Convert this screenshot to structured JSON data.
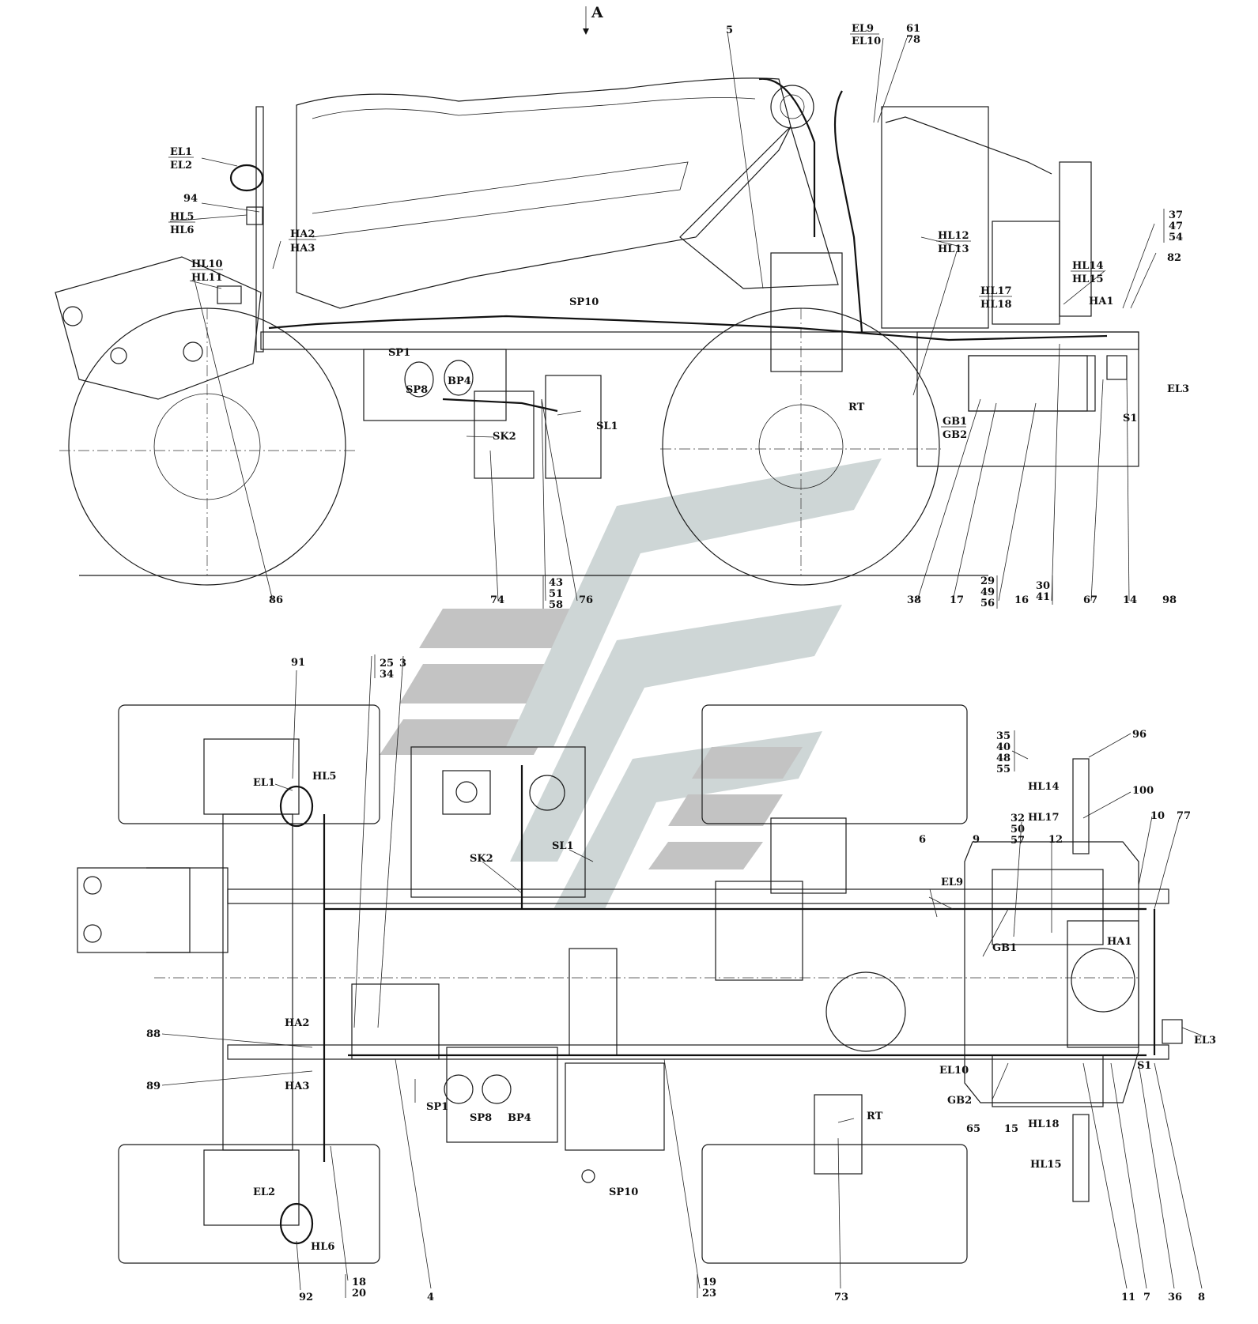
{
  "view_marker": "A",
  "side_view": {
    "labels": {
      "el1": "EL1",
      "el2": "EL2",
      "n94": "94",
      "hl5": "HL5",
      "hl6": "HL6",
      "ha2": "HA2",
      "ha3": "HA3",
      "hl10": "HL10",
      "hl11": "HL11",
      "sp1": "SP1",
      "sp8": "SP8",
      "bp4": "BP4",
      "sp10": "SP10",
      "sk2": "SK2",
      "sl1": "SL1",
      "n5": "5",
      "el9": "EL9",
      "el10": "EL10",
      "n61": "61",
      "n78": "78",
      "hl12": "HL12",
      "hl13": "HL13",
      "hl14": "HL14",
      "hl15": "HL15",
      "hl17": "HL17",
      "hl18": "HL18",
      "ha1": "HA1",
      "n37": "37",
      "n47": "47",
      "n54": "54",
      "n82": "82",
      "el3": "EL3",
      "s1": "S1",
      "rt": "RT",
      "gb1": "GB1",
      "gb2": "GB2"
    },
    "bottom_callouts": {
      "n86": "86",
      "n74": "74",
      "n43": "43",
      "n51": "51",
      "n58": "58",
      "n76": "76",
      "n38": "38",
      "n17": "17",
      "n29": "29",
      "n49": "49",
      "n56": "56",
      "n16": "16",
      "n30": "30",
      "n41": "41",
      "n67": "67",
      "n14": "14",
      "n98": "98"
    }
  },
  "top_view": {
    "labels": {
      "n91": "91",
      "n25": "25",
      "n34": "34",
      "n3": "3",
      "el1": "EL1",
      "hl5": "HL5",
      "sk2": "SK2",
      "sl1": "SL1",
      "n35": "35",
      "n40": "40",
      "n48": "48",
      "n55": "55",
      "n96": "96",
      "hl14": "HL14",
      "n100": "100",
      "hl17": "HL17",
      "n32": "32",
      "n50": "50",
      "n57": "57",
      "n6": "6",
      "n9": "9",
      "n12": "12",
      "n10": "10",
      "n77": "77",
      "el9": "EL9",
      "gb1": "GB1",
      "ha1": "HA1",
      "el3": "EL3",
      "n88": "88",
      "ha2": "HA2",
      "n89": "89",
      "ha3": "HA3",
      "sp1": "SP1",
      "sp8": "SP8",
      "bp4": "BP4",
      "el10": "EL10",
      "s1": "S1",
      "gb2": "GB2",
      "rt": "RT",
      "n65": "65",
      "n15": "15",
      "hl18": "HL18",
      "hl15": "HL15",
      "sp10": "SP10",
      "el2": "EL2",
      "hl6": "HL6"
    },
    "bottom_callouts": {
      "n92": "92",
      "n18": "18",
      "n20": "20",
      "n4": "4",
      "n19": "19",
      "n23": "23",
      "n73": "73",
      "n11": "11",
      "n7": "7",
      "n36": "36",
      "n8": "8"
    }
  }
}
